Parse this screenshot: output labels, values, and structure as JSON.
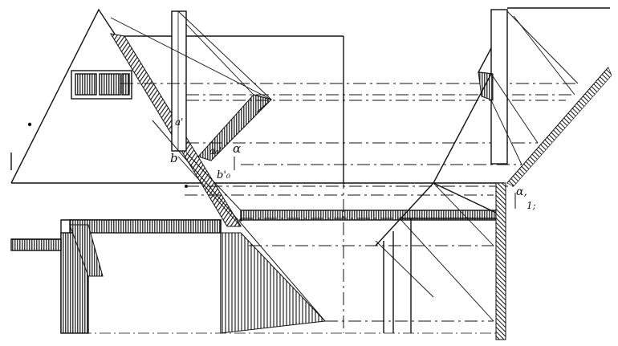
{
  "labels": {
    "b": "b",
    "a_prime": "a'",
    "a_zero": "a₀'",
    "alpha_left": "α",
    "b_zero": "b'₀",
    "alpha_right": "α,",
    "one_prime": "1;"
  },
  "colors": {
    "ink": "#111111",
    "paper": "#ffffff"
  }
}
